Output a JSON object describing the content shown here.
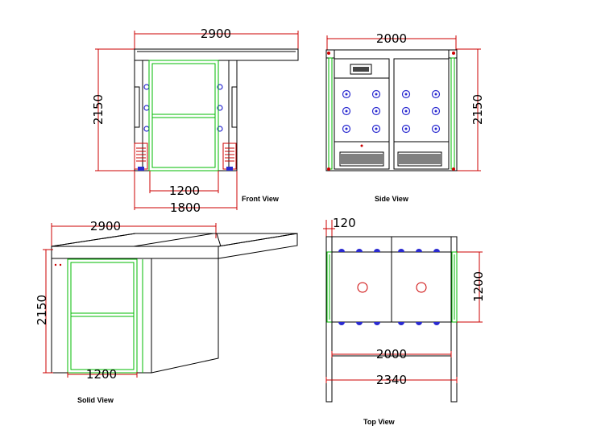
{
  "views": {
    "front": {
      "caption": "Front View",
      "dim_total_width": "2900",
      "dim_height": "2150",
      "dim_door_width": "1200",
      "dim_body_width": "1800"
    },
    "side": {
      "caption": "Side View",
      "dim_width": "2000",
      "dim_height": "2150"
    },
    "solid": {
      "caption": "Solid View",
      "dim_total_width": "2900",
      "dim_height": "2150",
      "dim_door_width": "1200"
    },
    "top": {
      "caption": "Top View",
      "dim_side_depth": "120",
      "dim_depth": "1200",
      "dim_inner_width": "2000",
      "dim_outer_width": "2340"
    }
  },
  "colors": {
    "dimension": "#cc0000",
    "door_frame": "#00bb00",
    "nozzle": "#2a2ad0",
    "outline": "#000000"
  }
}
